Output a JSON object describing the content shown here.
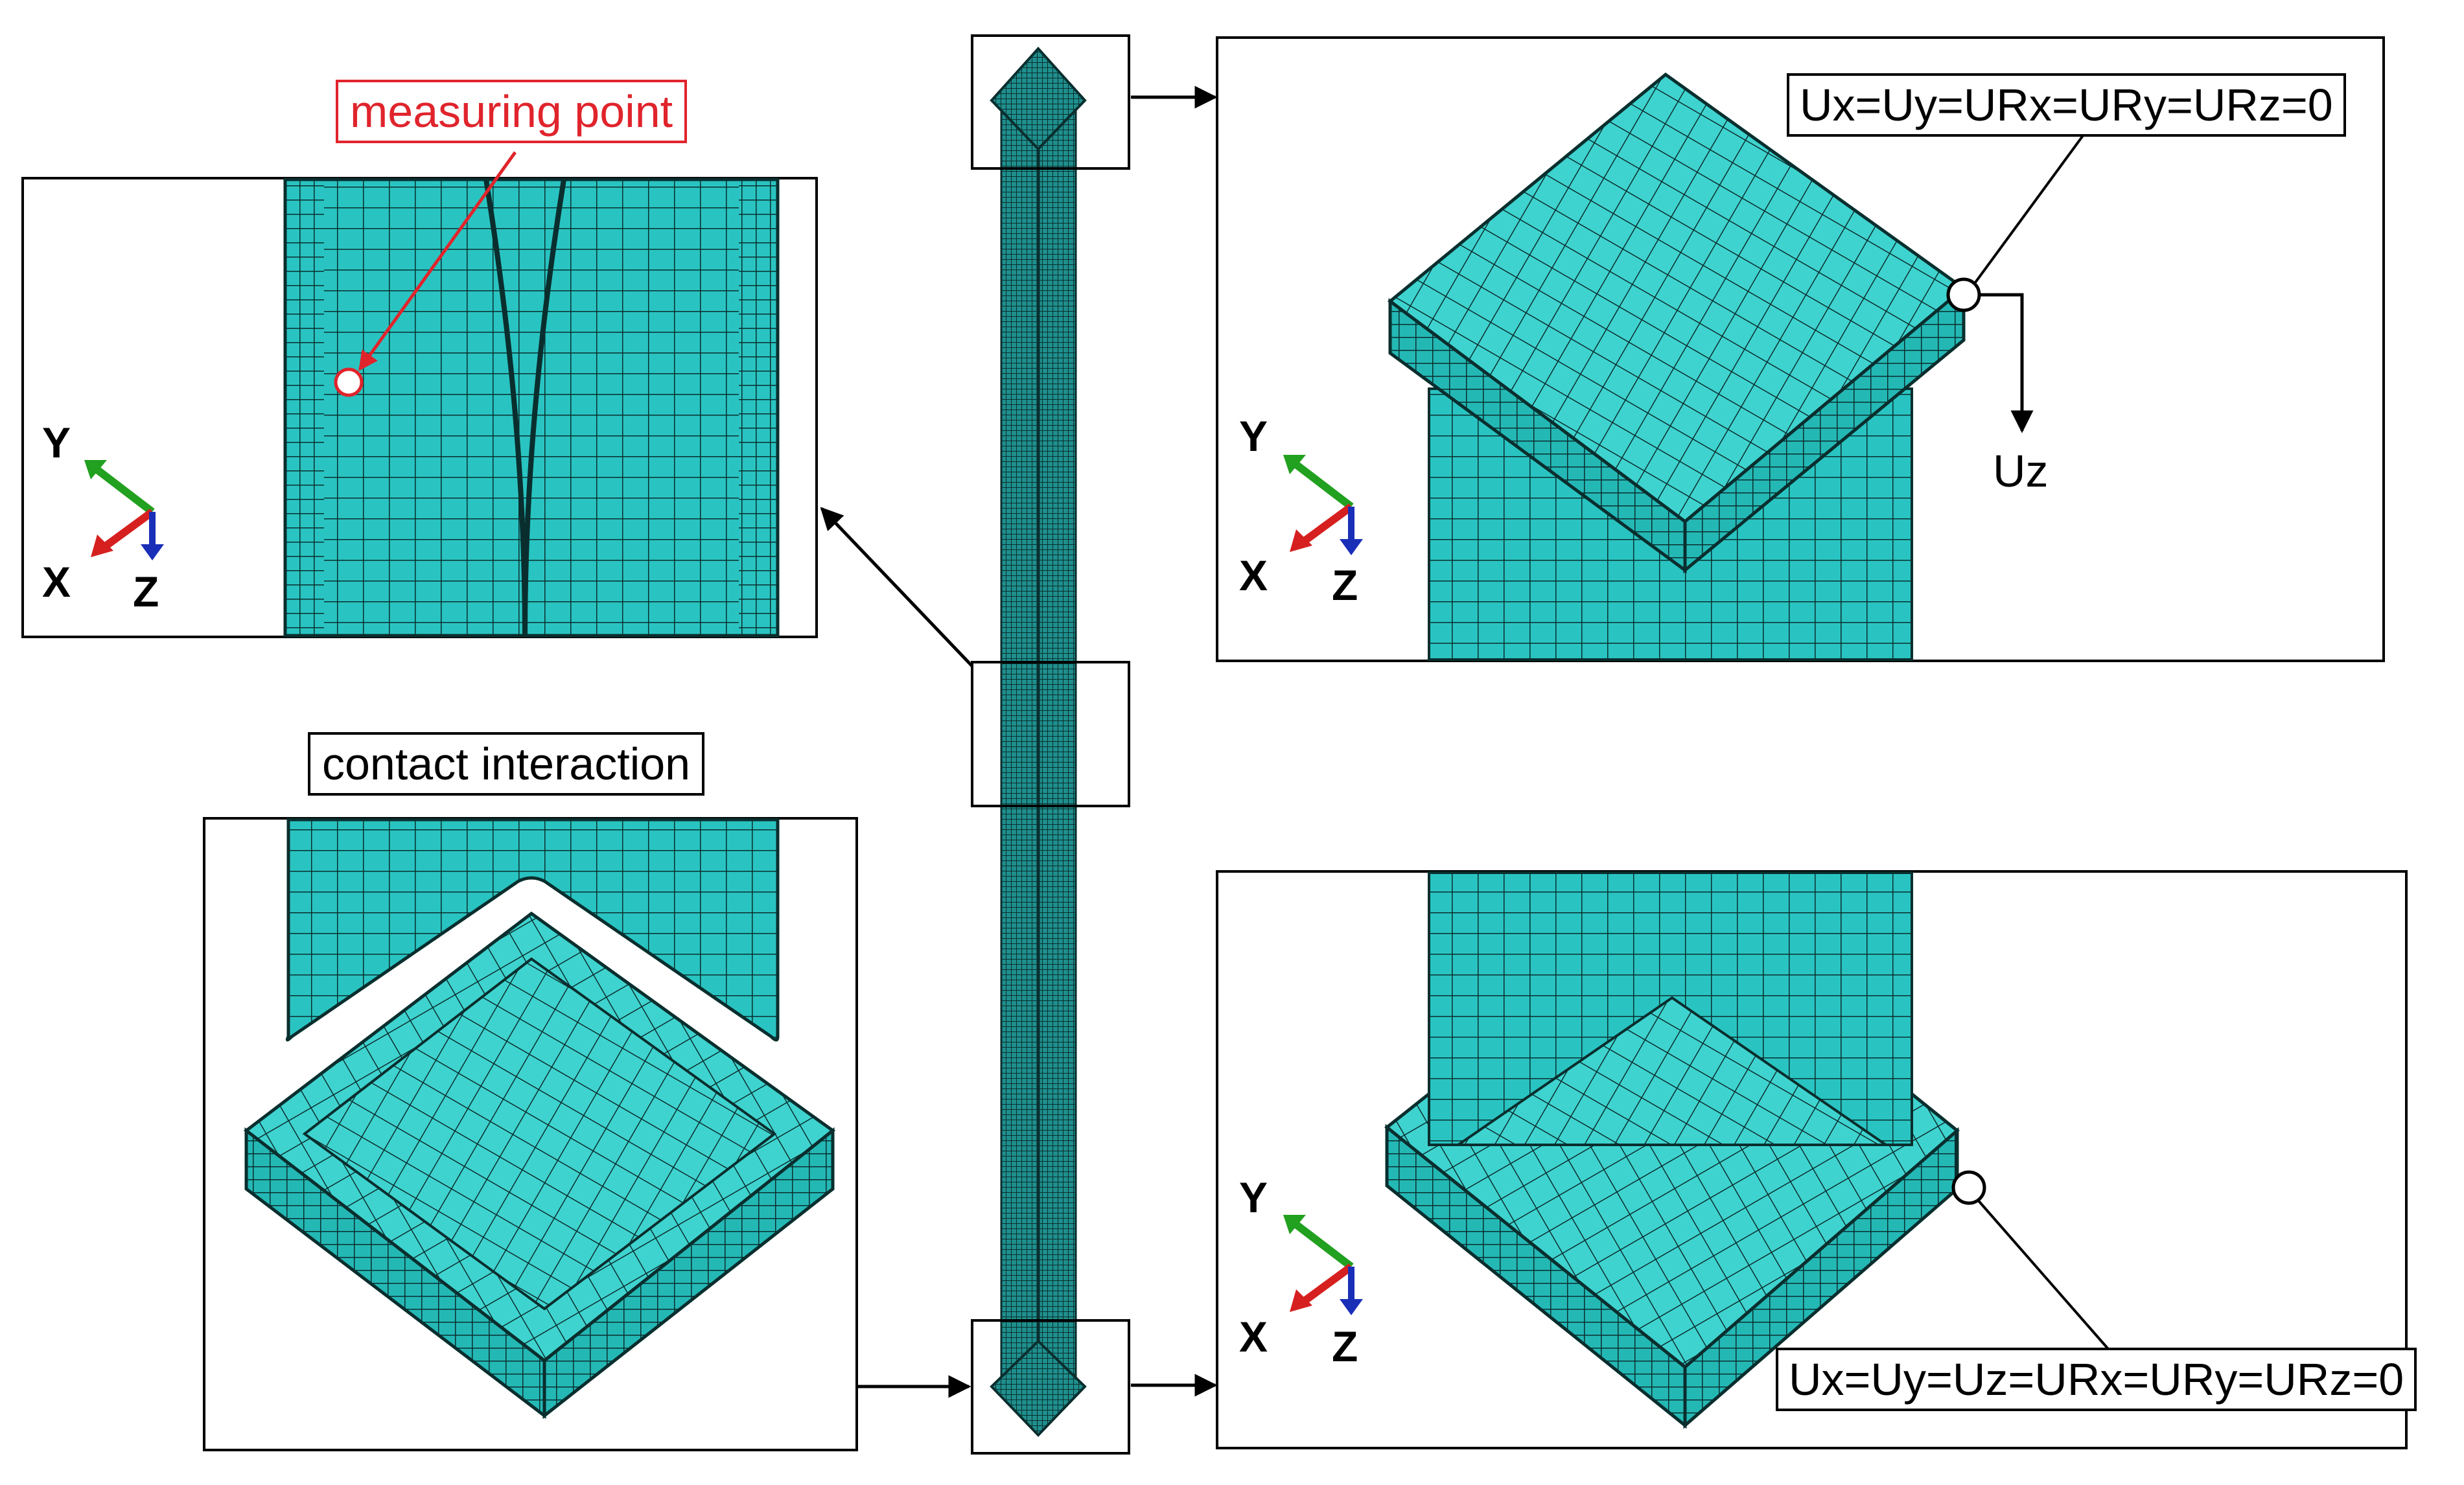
{
  "labels": {
    "measuring_point": "measuring point",
    "contact_interaction": "contact interaction",
    "top_boundary": "Ux=Uy=URx=URy=URz=0",
    "bottom_boundary": "Ux=Uy=Uz=URx=URy=URz=0",
    "load_direction": "Uz"
  },
  "axes": {
    "y": "Y",
    "x": "X",
    "z": "Z"
  },
  "colors": {
    "mesh_fill": "#29c4c1",
    "mesh_fill_dark": "#1a9c9a",
    "mesh_fill_light": "#45d6d2",
    "mesh_line": "#0a2e2e",
    "measuring_label": "#e0242c",
    "axis_y": "#22a020",
    "axis_x": "#d62020",
    "axis_z": "#1a2fb8"
  },
  "icons": [
    "triad-axis-icon",
    "measuring-point-marker-icon",
    "boundary-node-marker-icon",
    "arrow-icon"
  ]
}
